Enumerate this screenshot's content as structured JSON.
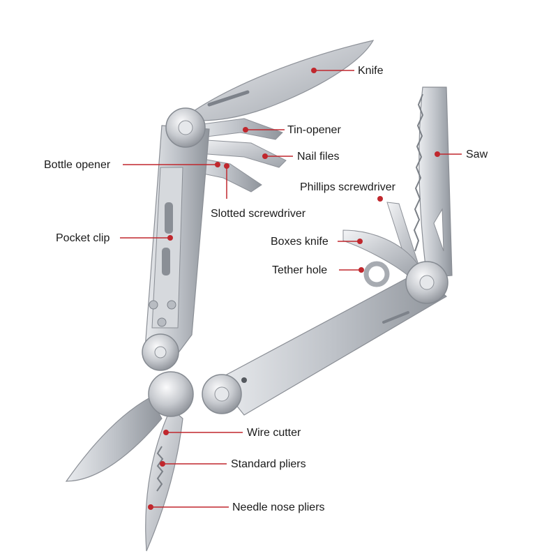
{
  "accent_color": "#c0272d",
  "labels": {
    "knife": "Knife",
    "tin_opener": "Tin-opener",
    "nail_files": "Nail files",
    "bottle_opener": "Bottle opener",
    "saw": "Saw",
    "phillips": "Phillips screwdriver",
    "slotted": "Slotted screwdriver",
    "pocket_clip": "Pocket clip",
    "boxes_knife": "Boxes knife",
    "tether_hole": "Tether hole",
    "wire_cutter": "Wire cutter",
    "standard_pliers": "Standard pliers",
    "needle_nose": "Needle nose pliers"
  }
}
